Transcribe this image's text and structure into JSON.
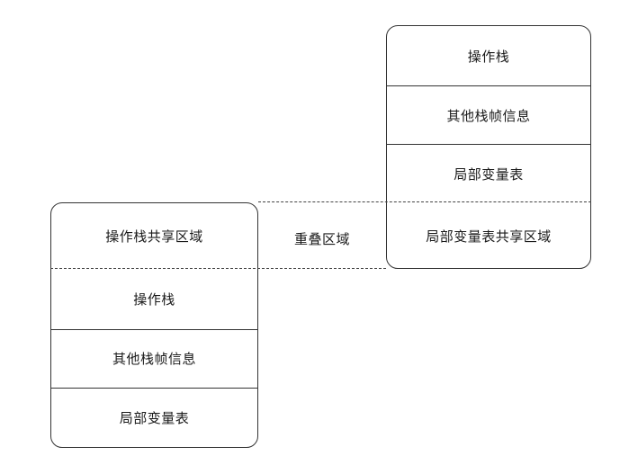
{
  "upper_frame": {
    "cells": [
      "操作栈",
      "其他栈帧信息",
      "局部变量表",
      "局部变量表共享区域"
    ]
  },
  "lower_frame": {
    "cells": [
      "操作栈共享区域",
      "操作栈",
      "其他栈帧信息",
      "局部变量表"
    ]
  },
  "overlap_label": "重叠区域"
}
